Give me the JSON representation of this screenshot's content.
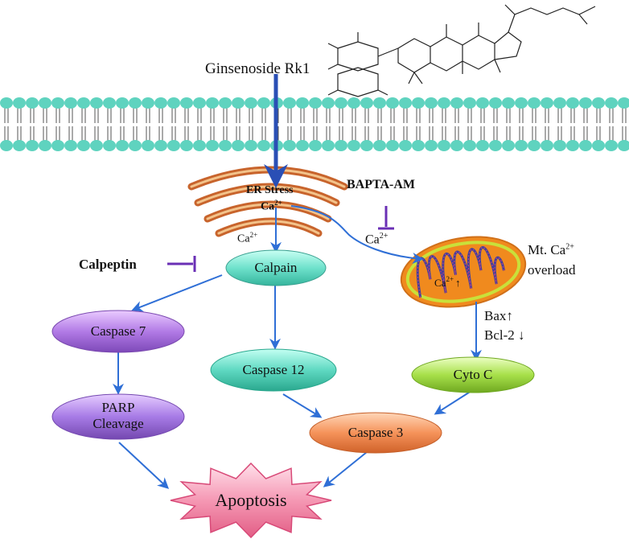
{
  "compound": {
    "name": "Ginsenoside Rk1"
  },
  "er": {
    "stress_label": "ER Stress",
    "ca_label": "Ca",
    "ca_sup": "2+",
    "ca_release_label": "Ca",
    "ca_release_sup": "2+"
  },
  "inhibitors": {
    "bapta": "BAPTA-AM",
    "calpeptin": "Calpeptin"
  },
  "mito": {
    "ca_flux_label": "Ca",
    "ca_flux_sup": "2+",
    "inner_ca_label": "Ca",
    "inner_ca_sup": "2+",
    "inner_arrow": "↑",
    "overload_line1": "Mt. Ca",
    "overload_sup": "2+",
    "overload_line2": "overload",
    "bax": "Bax↑",
    "bcl2": "Bcl-2 ↓"
  },
  "nodes": {
    "calpain": "Calpain",
    "caspase7": "Caspase 7",
    "caspase12": "Caspase 12",
    "cytoc": "Cyto C",
    "parp_line1": "PARP",
    "parp_line2": "Cleavage",
    "caspase3": "Caspase 3",
    "apoptosis": "Apoptosis"
  },
  "colors": {
    "arrow": "#2f6fd6",
    "inhibit": "#6a2fb5",
    "membrane_head": "#5fd3bf",
    "calpain": "#72e0cc",
    "caspase7": "#b27be6",
    "caspase12": "#5fd9c2",
    "cytoc": "#a7e04a",
    "parp": "#a77be6",
    "caspase3": "#f5935a",
    "apoptosis": "#f598b4",
    "er": "#c8642c",
    "mito_outer": "#f08a1e",
    "mito_inner": "#c9e03a"
  }
}
